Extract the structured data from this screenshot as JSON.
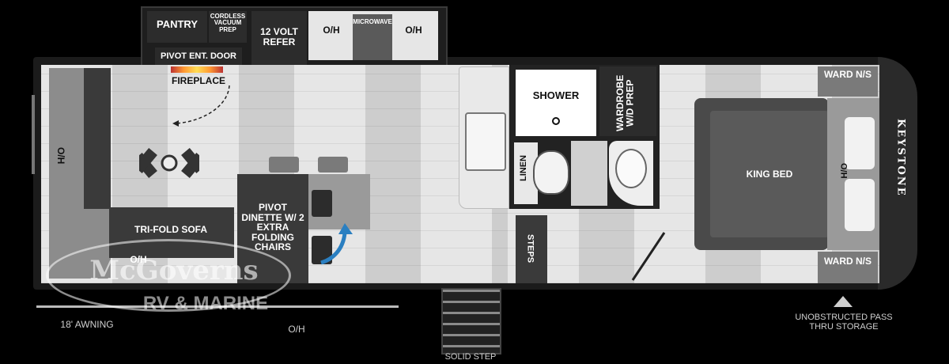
{
  "labels": {
    "pantry": "PANTRY",
    "cordless_vacuum": "CORDLESS VACUUM PREP",
    "refer": "12 VOLT REFER",
    "oh_top_left": "O/H",
    "microwave": "MICROWAVE",
    "oh_top_right": "O/H",
    "pivot_door": "PIVOT ENT. DOOR",
    "fireplace": "FIREPLACE",
    "shower": "SHOWER",
    "wardrobe": "WARDROBE W/D PREP",
    "ward_top": "WARD N/S",
    "ward_bottom": "WARD N/S",
    "king_bed": "KING BED",
    "oh_bed": "H/O",
    "oh_left_wall": "O/H",
    "tri_fold_sofa": "TRI-FOLD SOFA",
    "oh_sofa": "O/H",
    "dinette": "PIVOT DINETTE W/ 2 EXTRA FOLDING CHAIRS",
    "linen": "LINEN",
    "steps": "STEPS",
    "brand": "KEYSTONE",
    "awning": "18' AWNING",
    "oh_bottom": "O/H",
    "solid_step": "SOLID STEP",
    "pass_thru": "UNOBSTRUCTED PASS THRU STORAGE"
  },
  "watermark": {
    "line1": "McGoverns",
    "line2": "RV & MARINE"
  },
  "colors": {
    "background": "#000000",
    "floor": "#d8d8d8",
    "furniture": "#3a3a3a",
    "accent_arrow": "#2a7fc1"
  }
}
